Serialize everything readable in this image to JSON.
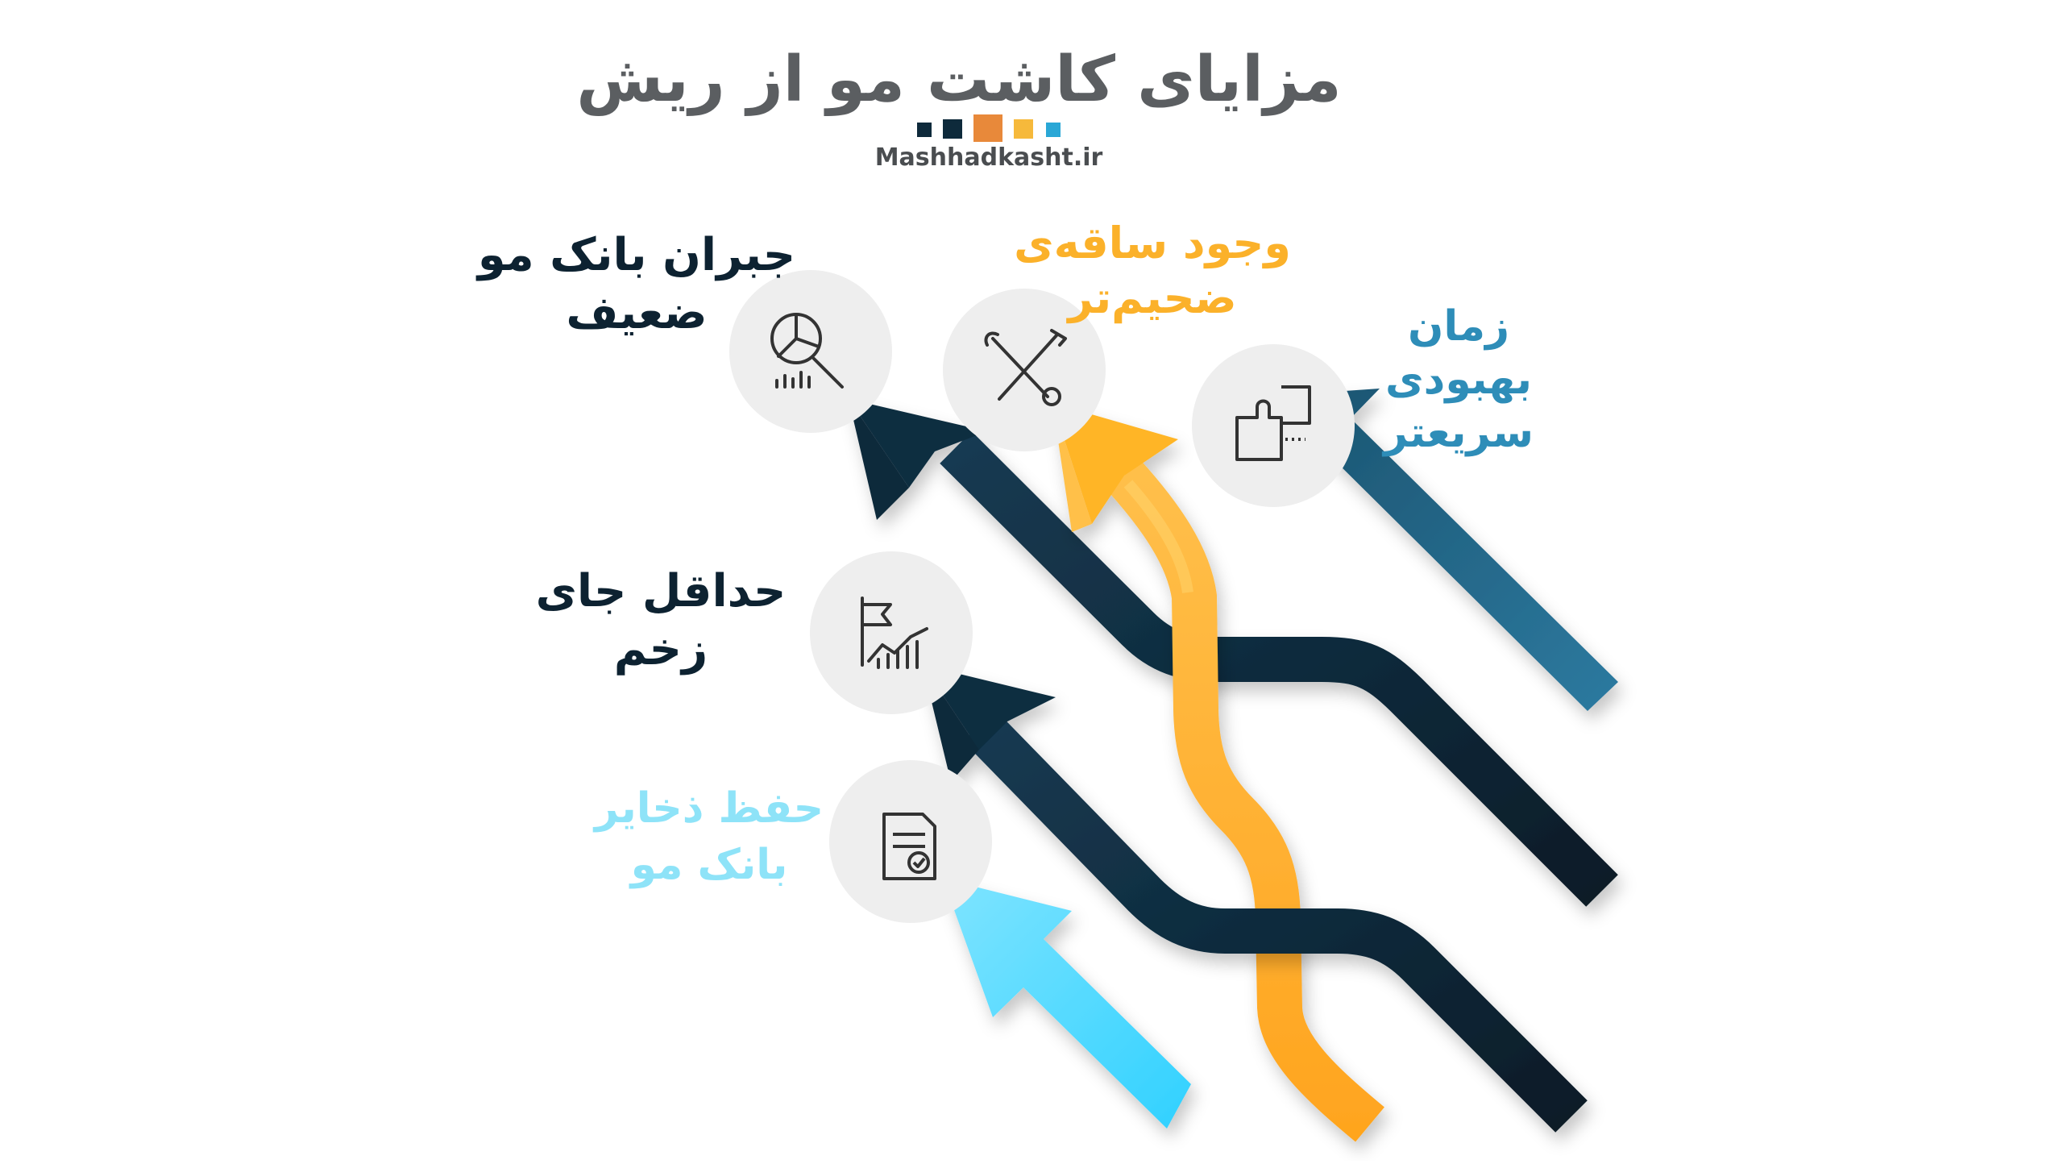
{
  "header": {
    "title": "مزایای کاشت مو از ریش",
    "site": "Mashhadkasht.ir",
    "swatches": [
      "#0e2a3b",
      "#0e2a3b",
      "#e8893a",
      "#f6b93b",
      "#2aa7d6"
    ]
  },
  "colors": {
    "text_gray": "#5b5e61",
    "dark_navy": "#0d2231",
    "yellow": "#fbb12a",
    "steel_blue": "#23688a",
    "light_blue": "#2ccfff",
    "circle_fill": "#eeeeee",
    "icon_stroke": "#333333"
  },
  "items": [
    {
      "label_lines": [
        "جبران بانک مو",
        "ضعیف"
      ],
      "color": "#0d2231",
      "icon": "chart-magnifier-icon"
    },
    {
      "label_lines": [
        "وجود ساقه‌ی",
        "ضحیم‌تر"
      ],
      "color": "#fbb12a",
      "icon": "tools-icon"
    },
    {
      "label_lines": [
        "زمان",
        "بهبودی",
        "سریعتر"
      ],
      "color": "#2e8db8",
      "icon": "puzzle-icon"
    },
    {
      "label_lines": [
        "حداقل جای",
        "زخم"
      ],
      "color": "#0d2231",
      "icon": "flag-growth-icon"
    },
    {
      "label_lines": [
        "حفظ ذخایر",
        "بانک مو"
      ],
      "color": "#8ee3f8",
      "icon": "document-check-icon"
    }
  ]
}
